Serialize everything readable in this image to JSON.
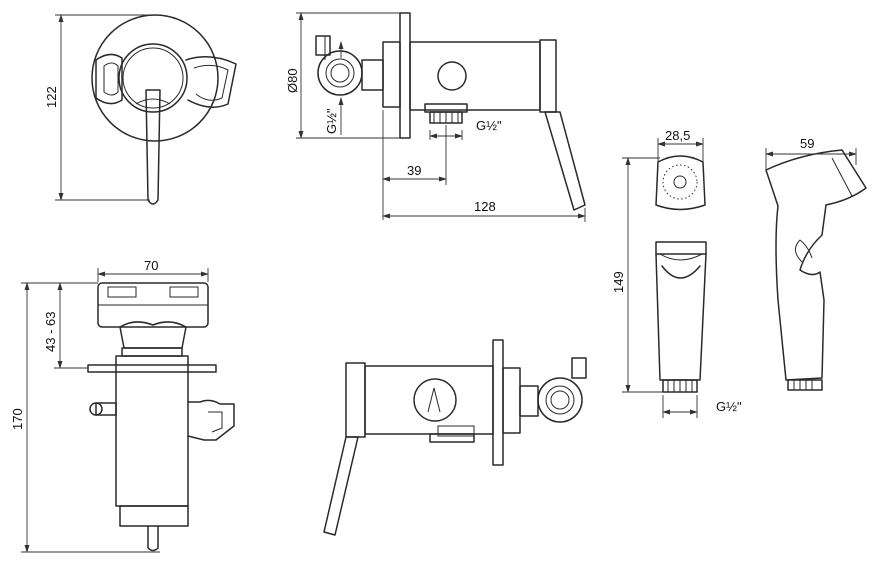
{
  "dimensions": {
    "top_view_height": "122",
    "side_diameter": "Ø80",
    "side_thread_left": "G½\"",
    "side_thread_right": "G½\"",
    "side_offset": "39",
    "side_length": "128",
    "front_width": "70",
    "front_depth_range": "43 - 63",
    "front_height": "170",
    "spray_width": "28,5",
    "spray_height": "149",
    "spray_thread": "G½\"",
    "spray_side_width": "59"
  }
}
